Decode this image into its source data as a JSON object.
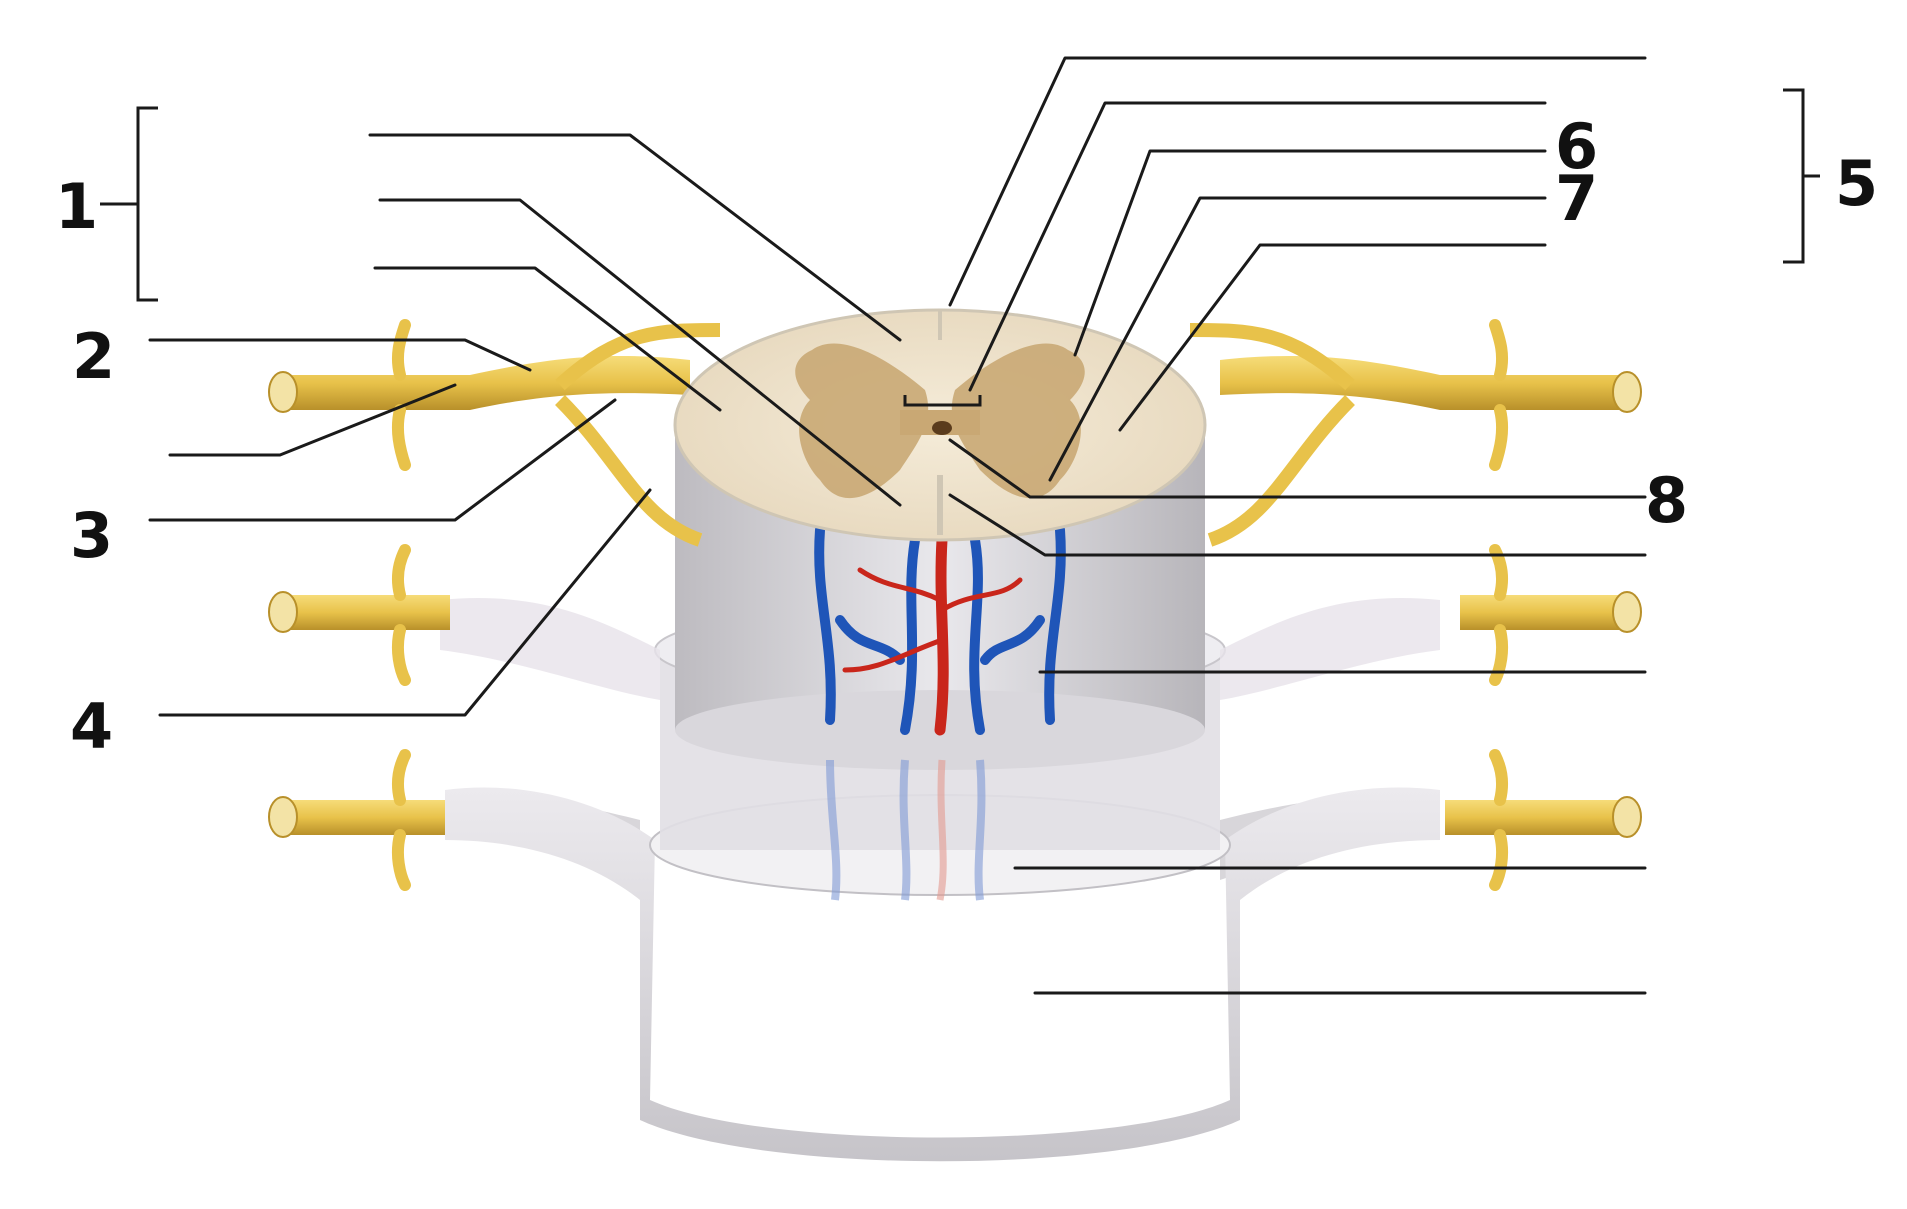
{
  "labels": [
    {
      "id": "label-1",
      "text": "1"
    },
    {
      "id": "label-2",
      "text": "2"
    },
    {
      "id": "label-3",
      "text": "3"
    },
    {
      "id": "label-4",
      "text": "4"
    },
    {
      "id": "label-5",
      "text": "5"
    },
    {
      "id": "label-6",
      "text": "6"
    },
    {
      "id": "label-7",
      "text": "7"
    },
    {
      "id": "label-8",
      "text": "8"
    }
  ],
  "colors": {
    "nerve": "#e8c24a",
    "nerve_dark": "#b8902a",
    "white_matter": "#f1e6d2",
    "gray_matter": "#c9a874",
    "meninges": "#dcdbe0",
    "dura": "#d4d2d6",
    "artery": "#c9261b",
    "vein": "#1f55b8",
    "leader": "#1a1a1a"
  }
}
